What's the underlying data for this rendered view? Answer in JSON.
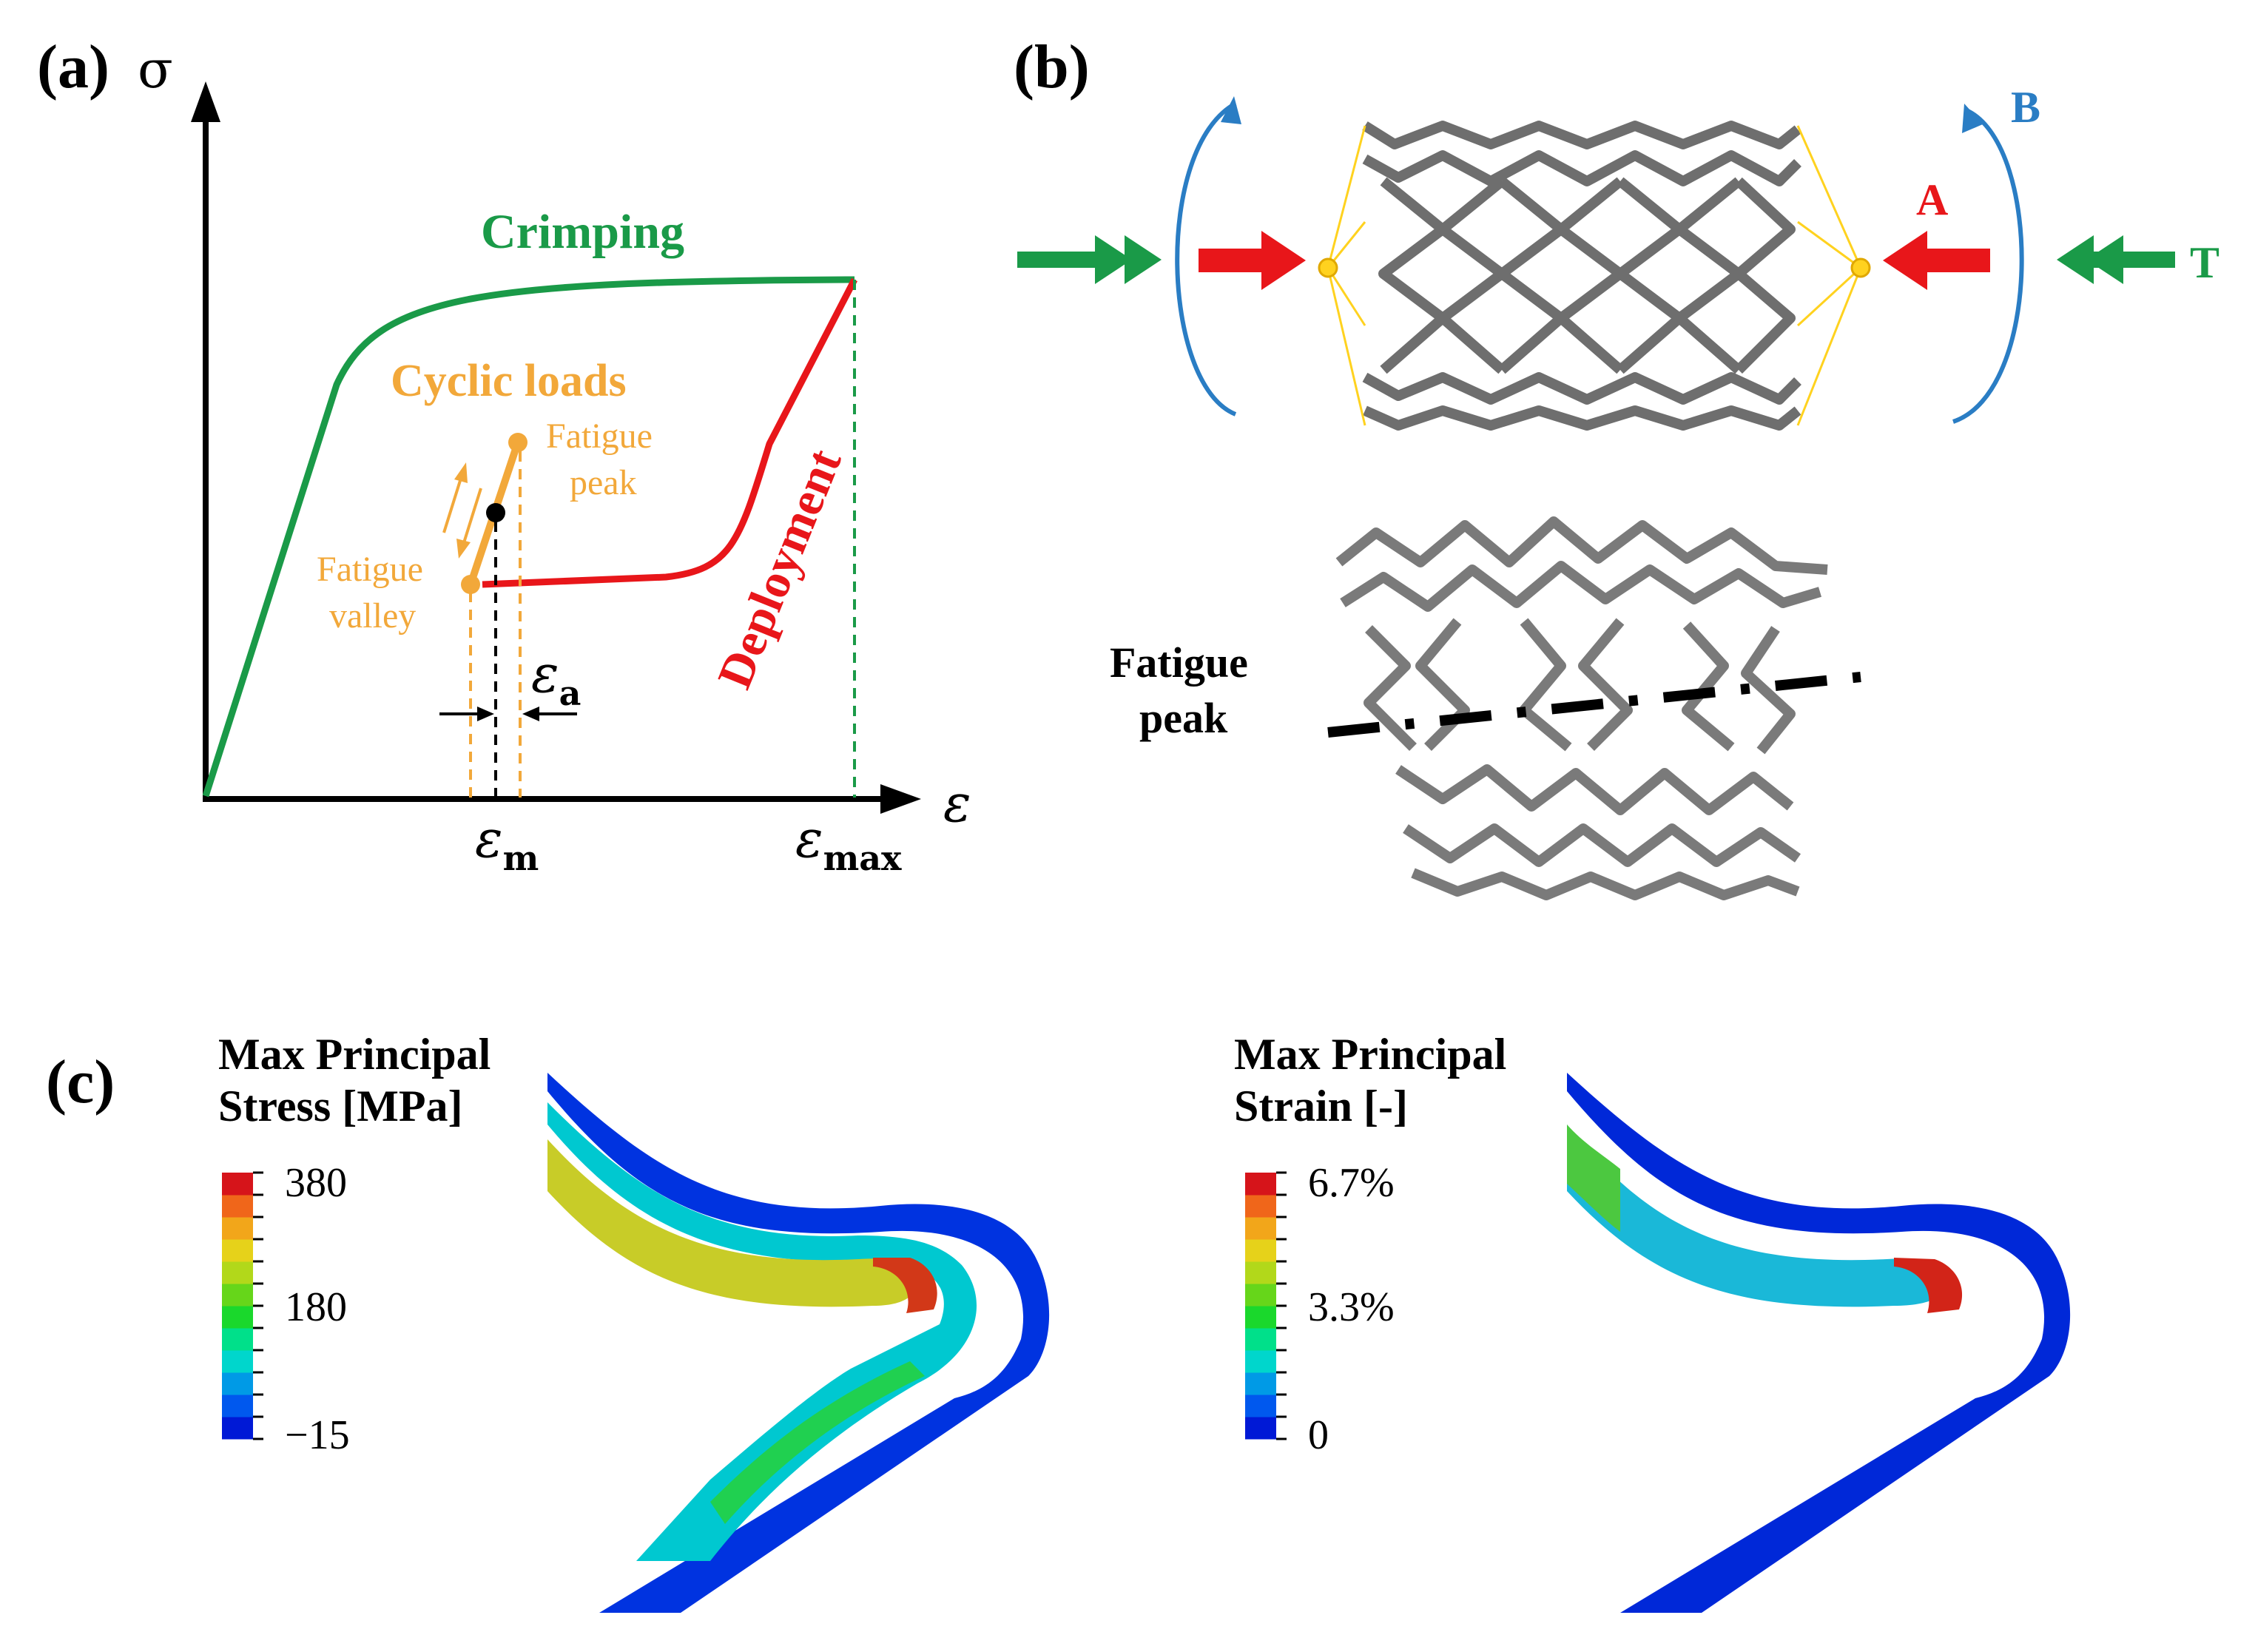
{
  "panel_a": {
    "label": "(a)",
    "y_axis": "σ",
    "x_axis": "ε",
    "crimping": "Crimping",
    "cyclic_loads": "Cyclic loads",
    "fatigue_peak_line1": "Fatigue",
    "fatigue_peak_line2": "peak",
    "fatigue_valley_line1": "Fatigue",
    "fatigue_valley_line2": "valley",
    "deployment": "Deployment",
    "eps_a": "ε",
    "eps_a_sub": "a",
    "eps_m": "ε",
    "eps_m_sub": "m",
    "eps_max": "ε",
    "eps_max_sub": "max"
  },
  "panel_b": {
    "label": "(b)",
    "label_A": "A",
    "label_B": "B",
    "label_T": "T",
    "fatigue_peak_line1": "Fatigue",
    "fatigue_peak_line2": "peak"
  },
  "panel_c": {
    "label": "(c)",
    "stress_legend": {
      "title_line1": "Max Principal",
      "title_line2": "Stress [MPa]",
      "max": "380",
      "mid": "180",
      "min": "−15"
    },
    "strain_legend": {
      "title_line1": "Max Principal",
      "title_line2": "Strain [-]",
      "max": "6.7%",
      "mid": "3.3%",
      "min": "0"
    }
  },
  "colors": {
    "green": "#1a9a48",
    "orange": "#f2a83a",
    "red": "#e8161a",
    "blue": "#2a7dc4",
    "yellow": "#ffd21f",
    "colormap": [
      "#0019d6",
      "#0058ee",
      "#009ae6",
      "#00d6cc",
      "#00e08a",
      "#1ad82c",
      "#66d61a",
      "#b2d81a",
      "#e6d21a",
      "#f2a61a",
      "#f0661a",
      "#d6141a"
    ]
  }
}
